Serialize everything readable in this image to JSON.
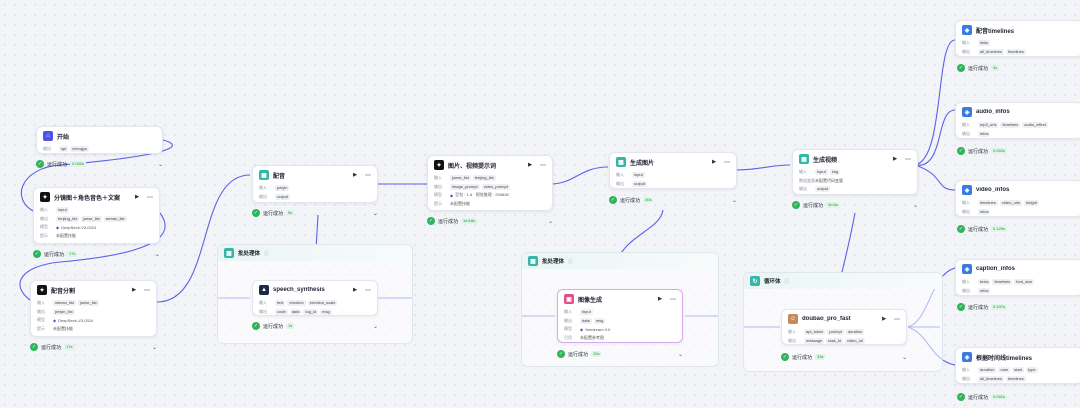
{
  "labels": {
    "input": "输入",
    "output": "输出",
    "model": "模型",
    "prompt": "提示",
    "batch_vars": "数组变量",
    "quotes": "引用"
  },
  "nodes": {
    "start": {
      "title": "开始",
      "out": [
        "spi",
        "chengyu"
      ],
      "status": "运行成功",
      "time": "0.000s"
    },
    "fenjing": {
      "title": "分镜图＋角色音色＋文案",
      "in": [
        "input"
      ],
      "out": [
        "fenjing_list",
        "juese_list",
        "wenan_list"
      ],
      "model": "DeepSeek-V3-0324",
      "prompt": "未配置技能",
      "status": "运行成功",
      "time": "17s"
    },
    "peiyin_fenxi": {
      "title": "配音分割",
      "in": [
        "wenan_list",
        "juese_list"
      ],
      "out": [
        "peiyin_list"
      ],
      "model": "DeepSeek-V3-0324",
      "prompt": "未配置技能",
      "status": "运行成功",
      "time": "17s"
    },
    "peiyin": {
      "title": "配音",
      "in": [
        "peiyin"
      ],
      "out": [
        "output"
      ],
      "status": "运行成功",
      "time": "5s"
    },
    "batch1": {
      "title": "批处理体",
      "child": {
        "title": "speech_synthesis",
        "in": [
          "text",
          "emotion",
          "emotion_scale"
        ],
        "out": [
          "code",
          "data",
          "log_id",
          "msg"
        ],
        "status": "运行成功",
        "time": "1s"
      }
    },
    "tupian_prompt": {
      "title": "图片、视频提示词",
      "in": [
        "juese_list",
        "fenjing_list"
      ],
      "out": [
        "image_prompt",
        "video_prompt"
      ],
      "model": "豆包 · 1.6 · 视觉推理 · 250828",
      "prompt": "未配置技能",
      "status": "运行成功",
      "time": "1m18s"
    },
    "shengcheng_tupian": {
      "title": "生成图片",
      "in": [
        "input"
      ],
      "out": [
        "output"
      ],
      "status": "运行成功",
      "time": "40s"
    },
    "batch2": {
      "title": "批处理体",
      "child": {
        "title": "图像生成",
        "in": [
          "input"
        ],
        "out": [
          "data",
          "msg"
        ],
        "model": "Seedream 4.0",
        "prompt": "未配置参考图",
        "status": "运行成功",
        "time": "15s"
      }
    },
    "shengcheng_shipin": {
      "title": "生成视频",
      "in": [
        "input",
        "img"
      ],
      "batch_vars": "未配置代码变量",
      "out": [
        "output"
      ],
      "status": "运行成功",
      "time": "3m3s"
    },
    "loop": {
      "title": "循环体",
      "child": {
        "title": "doubao_pro_fast",
        "in": [
          "api_token",
          "prompt",
          "duration"
        ],
        "out": [
          "message",
          "task_id",
          "video_url"
        ],
        "status": "运行成功",
        "time": "33s"
      }
    },
    "r1": {
      "title": "配音timelines",
      "in": [
        "links"
      ],
      "out": [
        "all_timelines",
        "timelines"
      ],
      "status": "运行成功",
      "time": "3s"
    },
    "r2": {
      "title": "audio_infos",
      "in": [
        "mp3_urls",
        "timelines",
        "audio_effect"
      ],
      "out": [
        "infos"
      ],
      "status": "运行成功",
      "time": "0.002s"
    },
    "r3": {
      "title": "video_infos",
      "in": [
        "timelines",
        "video_urls",
        "height"
      ],
      "out": [
        "infos"
      ],
      "status": "运行成功",
      "time": "0.129s"
    },
    "r4": {
      "title": "caption_infos",
      "in": [
        "texts",
        "timelines",
        "font_size"
      ],
      "out": [
        "infos"
      ],
      "status": "运行成功",
      "time": "0.197s"
    },
    "r5": {
      "title": "根据时间线timelines",
      "in": [
        "duration",
        "num",
        "start",
        "type"
      ],
      "out": [
        "all_timelines",
        "timelines"
      ],
      "status": "运行成功",
      "time": "0.001s"
    }
  }
}
